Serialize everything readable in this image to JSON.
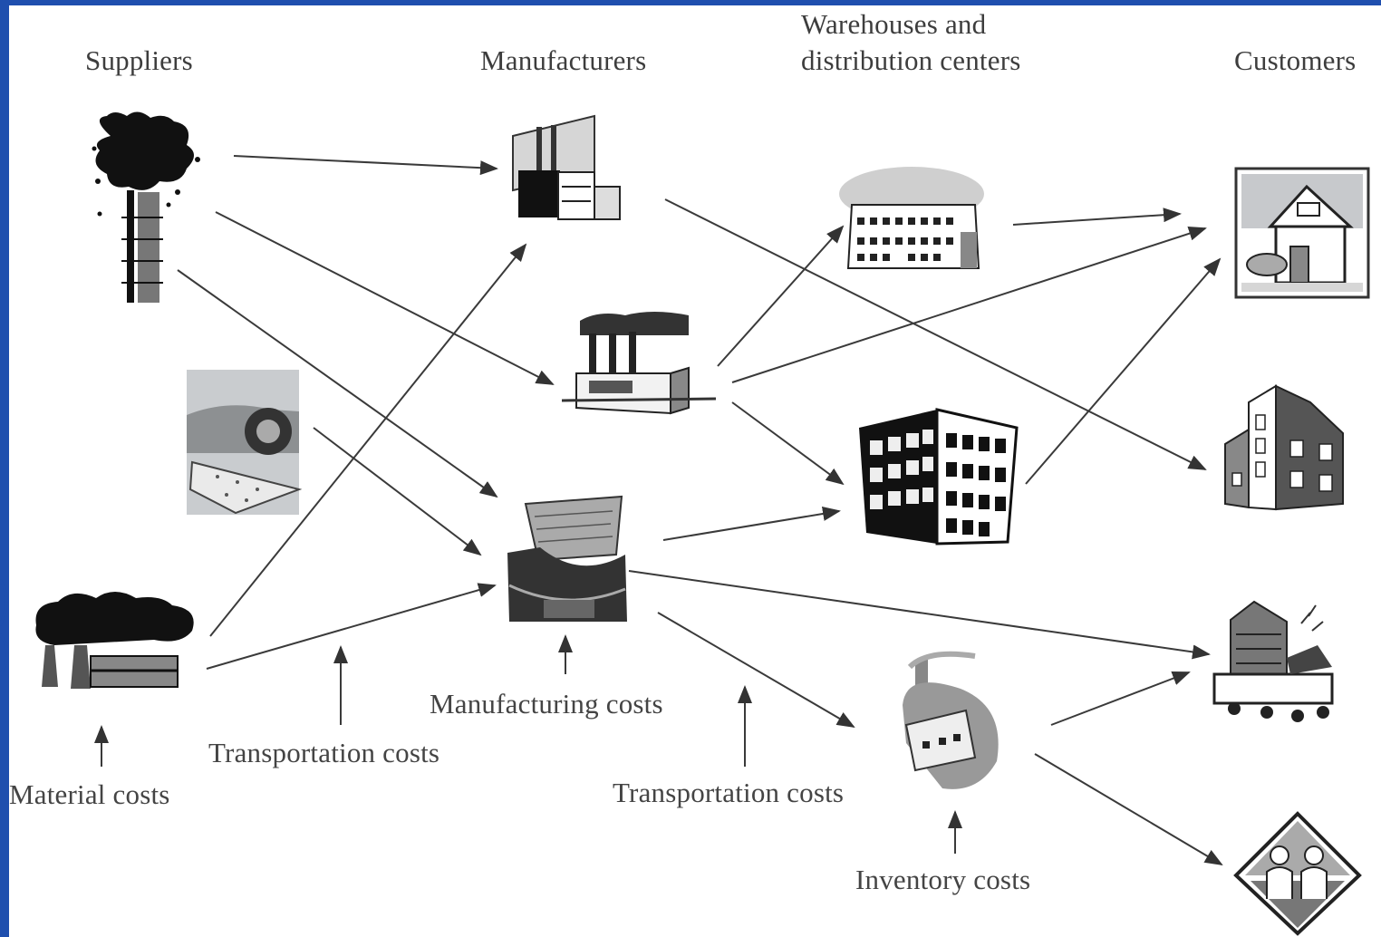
{
  "headers": {
    "suppliers": "Suppliers",
    "manufacturers": "Manufacturers",
    "warehouses_line1": "Warehouses and",
    "warehouses_line2": "distribution centers",
    "customers": "Customers"
  },
  "cost_labels": {
    "material": "Material costs",
    "transportation_1": "Transportation costs",
    "manufacturing": "Manufacturing costs",
    "transportation_2": "Transportation costs",
    "inventory": "Inventory costs"
  },
  "nodes": {
    "suppliers": [
      "oil-well-icon",
      "farm-field-icon",
      "power-plant-icon"
    ],
    "manufacturers": [
      "factory-icon",
      "refinery-icon",
      "mill-icon"
    ],
    "warehouses": [
      "warehouse-icon",
      "office-building-icon",
      "distribution-plant-icon"
    ],
    "customers": [
      "house-icon",
      "apartment-icon",
      "street-market-icon",
      "family-icon"
    ]
  },
  "colors": {
    "frame": "#1f4fae",
    "ink": "#222222",
    "arrow": "#3a3a3a"
  }
}
